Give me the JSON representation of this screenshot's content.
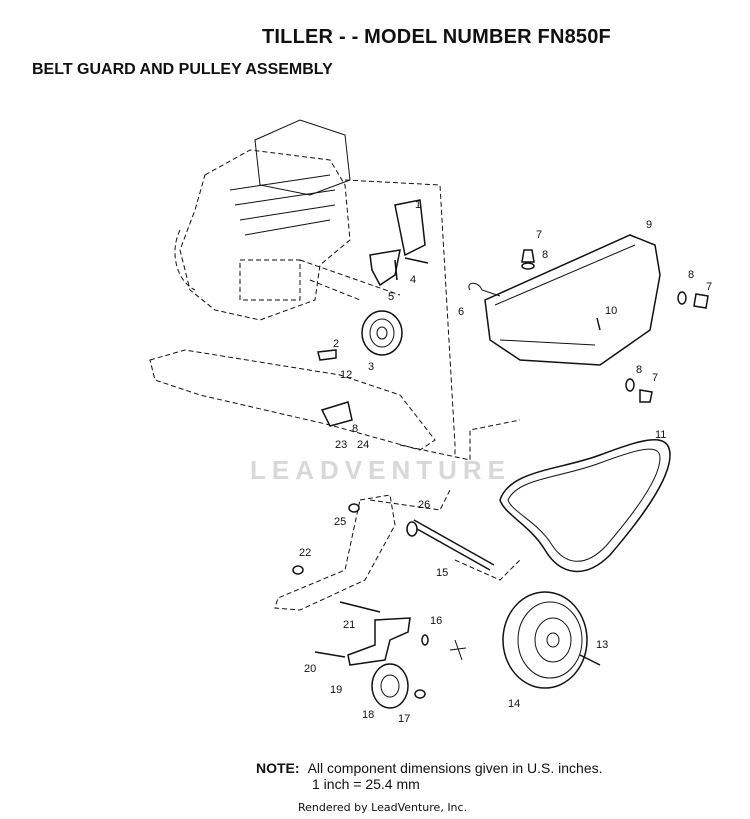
{
  "header": {
    "title": "TILLER - - MODEL NUMBER FN850F",
    "subtitle": "BELT GUARD AND PULLEY ASSEMBLY"
  },
  "watermark": "LEADVENTURE",
  "note": {
    "label": "NOTE:",
    "line1": "All component dimensions given in U.S. inches.",
    "line2": "1 inch = 25.4 mm"
  },
  "footer": "Rendered by LeadVenture, Inc.",
  "callouts": [
    "1",
    "2",
    "3",
    "4",
    "5",
    "6",
    "7",
    "8",
    "9",
    "7",
    "8",
    "10",
    "8",
    "7",
    "11",
    "12",
    "8",
    "23",
    "24",
    "25",
    "26",
    "22",
    "15",
    "21",
    "16",
    "20",
    "19",
    "18",
    "17",
    "14",
    "13"
  ]
}
